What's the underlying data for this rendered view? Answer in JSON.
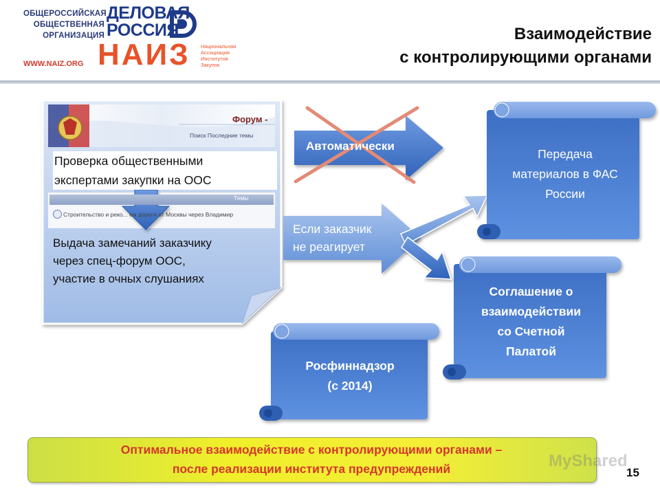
{
  "header": {
    "org_lines": [
      "ОБЩЕРОССИЙСКАЯ",
      "ОБЩЕСТВЕННАЯ",
      "ОРГАНИЗАЦИЯ"
    ],
    "logo_line1": "ДЕЛОВАЯ",
    "logo_line2": "РОССИЯ",
    "url": "WWW.NAIZ.ORG",
    "naiz": "НАИЗ",
    "naiz_sub": [
      "Национальная",
      "Ассоциация",
      "Институтов",
      "Закупок"
    ],
    "title_line1": "Взаимодействие",
    "title_line2": "с контролирующими органами"
  },
  "note": {
    "forum_title": "Форум -",
    "forum_nav": "Поиск    Последние темы",
    "forum_bar_label": "Темы",
    "forum_row": "Строительство и реко...                               ем дороги от Москвы через Владимир",
    "heading_line1": "Проверка общественными",
    "heading_line2": "экспертами закупки на ООС",
    "body_line1": "Выдача замечаний заказчику",
    "body_line2": "через спец-форум ООС,",
    "body_line3": "участие в очных слушаниях"
  },
  "arrows": {
    "auto": "Автоматически",
    "react_line1": "Если заказчик",
    "react_line2": "не реагирует"
  },
  "scrolls": {
    "fas_line1": "Передача",
    "fas_line2": "материалов в ФАС",
    "fas_line3": "России",
    "schet_line1": "Соглашение о",
    "schet_line2": "взаимодействии",
    "schet_line3": "со Счетной",
    "schet_line4": "Палатой",
    "rosfin_line1": "Росфиннадзор",
    "rosfin_line2": "(с 2014)"
  },
  "banner": {
    "line1": "Оптимальное взаимодействие  с контролирующими органами –",
    "line2": "после реализации института предупреждений"
  },
  "page_number": "15",
  "watermark": "MyShared",
  "colors": {
    "accent_blue": "#3f74c6",
    "light_blue": "#8fb2e4",
    "banner_text": "#d6362c",
    "logo_orange": "#e8532a",
    "cross_red": "#e06a55"
  }
}
